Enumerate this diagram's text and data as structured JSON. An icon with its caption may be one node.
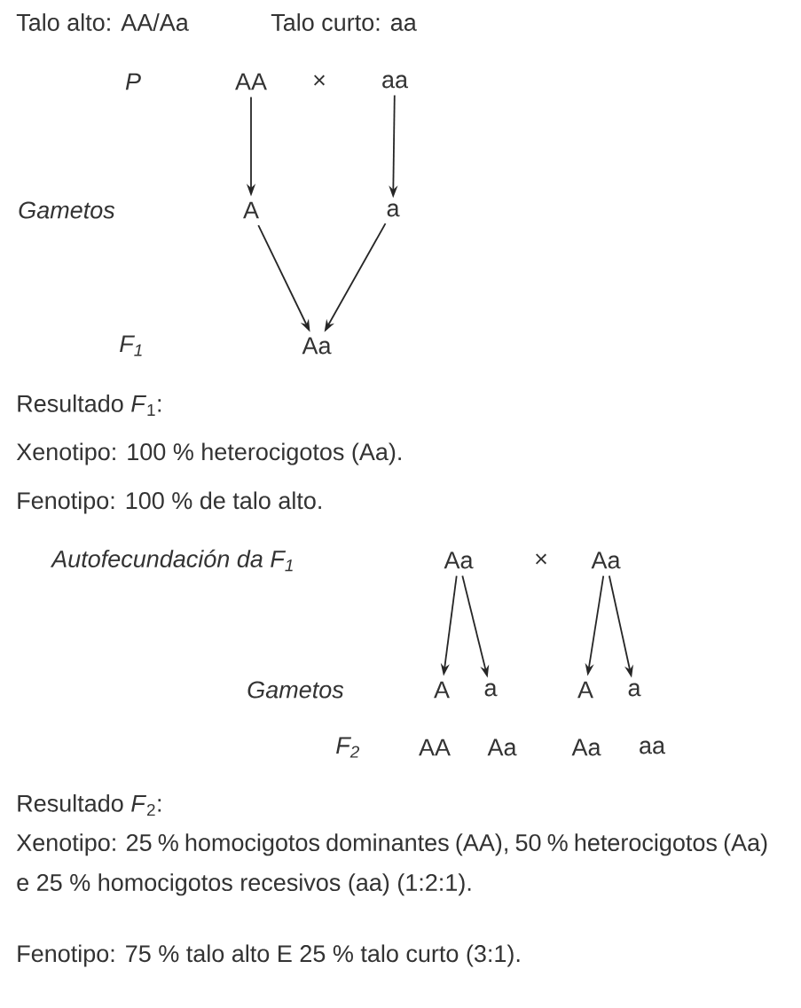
{
  "diagram": {
    "nodes": [
      {
        "text": [
          "AA"
        ]
      },
      {
        "text": [
          "aa"
        ]
      },
      {
        "text": [
          "A"
        ]
      },
      {
        "text": [
          "a"
        ]
      },
      {
        "text": [
          "Aa"
        ]
      },
      {
        "text": [
          "Aa"
        ]
      },
      {
        "text": [
          "Aa"
        ]
      },
      {
        "text": [
          "A"
        ]
      },
      {
        "text": [
          "a"
        ]
      },
      {
        "text": [
          "A"
        ]
      },
      {
        "text": [
          "a"
        ]
      }
    ],
    "edges": [
      {
        "from": 0,
        "to": 2,
        "arrow": "to"
      },
      {
        "from": 1,
        "to": 3,
        "arrow": "to"
      },
      {
        "from": 2,
        "to": 4,
        "arrow": "to"
      },
      {
        "from": 3,
        "to": 4,
        "arrow": "to"
      },
      {
        "from": 5,
        "to": 7,
        "arrow": "to"
      },
      {
        "from": 5,
        "to": 8,
        "arrow": "to"
      },
      {
        "from": 6,
        "to": 9,
        "arrow": "to"
      },
      {
        "from": 6,
        "to": 10,
        "arrow": "to"
      }
    ],
    "labels": [
      "Talo alto: AA/Aa",
      "Talo curto: aa",
      "P",
      "×",
      "Gametos",
      "F$_{1}$",
      "Resultado *F*$_{1}$:",
      "Xenotipo: 100 % heterocigotos (Aa).",
      "Fenotipo: 100 % de talo alto.",
      "Autofecundación da F$_{1}$",
      "×",
      "Gametos",
      "F$_{2}$",
      "AA",
      "Aa",
      "Aa",
      "aa",
      "Resultado *F*$_{2}$:",
      "Xenotipo: 25 % homocigotos dominantes (AA), 50 % heterocigotos (Aa) e 25 % homocigotos recesivos (aa) (1:2:1).",
      "Fenotipo: 75 % talo alto E 25 % talo curto (3:1)."
    ]
  }
}
